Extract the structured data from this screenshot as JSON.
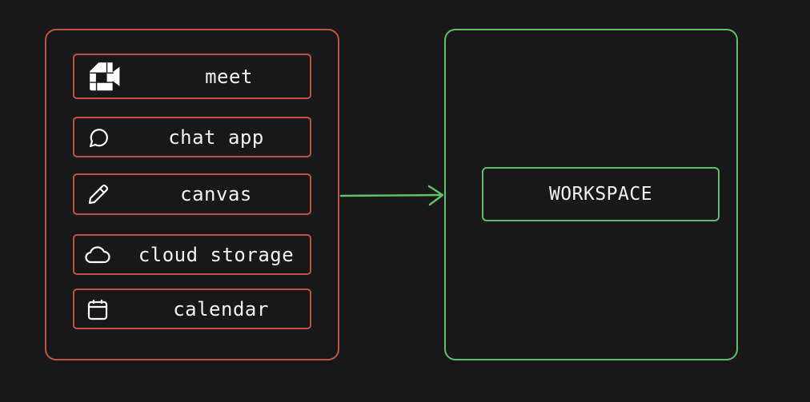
{
  "left_group": {
    "border_color": "#c25248",
    "items": [
      {
        "label": "meet",
        "icon": "video-camera-icon"
      },
      {
        "label": "chat app",
        "icon": "chat-bubble-icon"
      },
      {
        "label": "canvas",
        "icon": "pencil-icon"
      },
      {
        "label": "cloud storage",
        "icon": "cloud-icon"
      },
      {
        "label": "calendar",
        "icon": "calendar-icon"
      }
    ]
  },
  "right_group": {
    "border_color": "#5fbf6a",
    "workspace_label": "WORKSPACE"
  },
  "arrow": {
    "color": "#5fbf6a",
    "from": "left-group",
    "to": "workspace"
  }
}
